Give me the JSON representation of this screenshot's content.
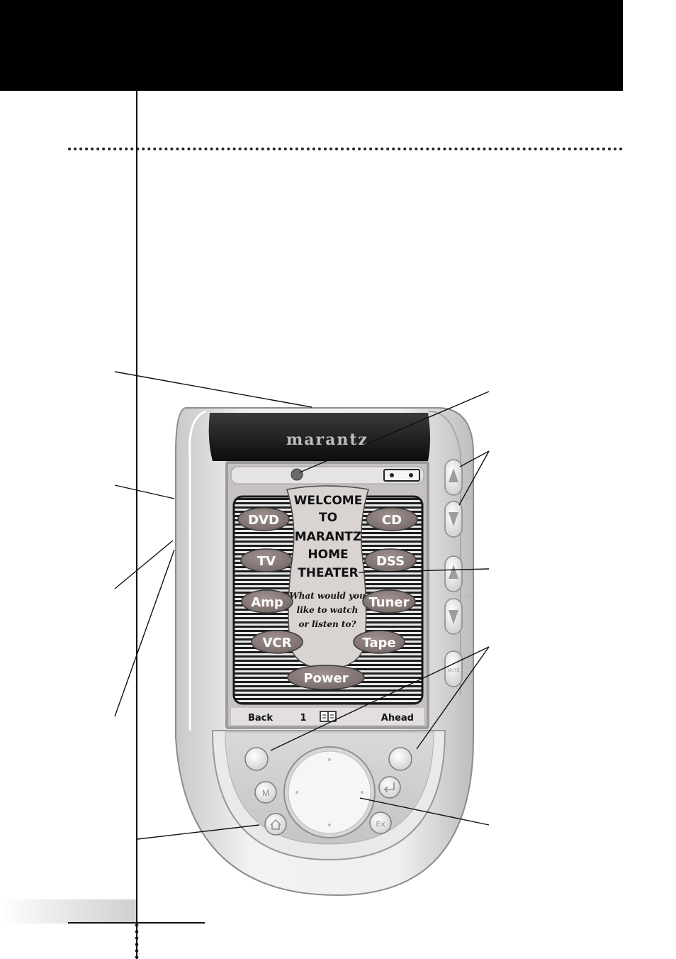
{
  "device": {
    "brand_logo": "marantz",
    "screen": {
      "welcome_lines": [
        "WELCOME",
        "TO",
        "MARANTZ",
        "HOME",
        "THEATER"
      ],
      "question_lines": [
        "What would you",
        "like to watch",
        "or listen to?"
      ],
      "device_buttons": {
        "dvd": "DVD",
        "cd": "CD",
        "tv": "TV",
        "dss": "DSS",
        "amp": "Amp",
        "tuner": "Tuner",
        "vcr": "VCR",
        "tape": "Tape",
        "power": "Power"
      },
      "bottom_bar": {
        "back": "Back",
        "page_number": "1",
        "ahead": "Ahead"
      }
    },
    "hard_buttons": {
      "menu": "M",
      "ex": "Ex",
      "side_label_vol": "VOL",
      "side_label_ch": "CH",
      "mute": "MUTE"
    }
  },
  "colors": {
    "top_bar": "#000000",
    "oval_button": "#8a7d7c",
    "screen_bg": "#d8d2d0",
    "body": "#dcdcdc"
  }
}
